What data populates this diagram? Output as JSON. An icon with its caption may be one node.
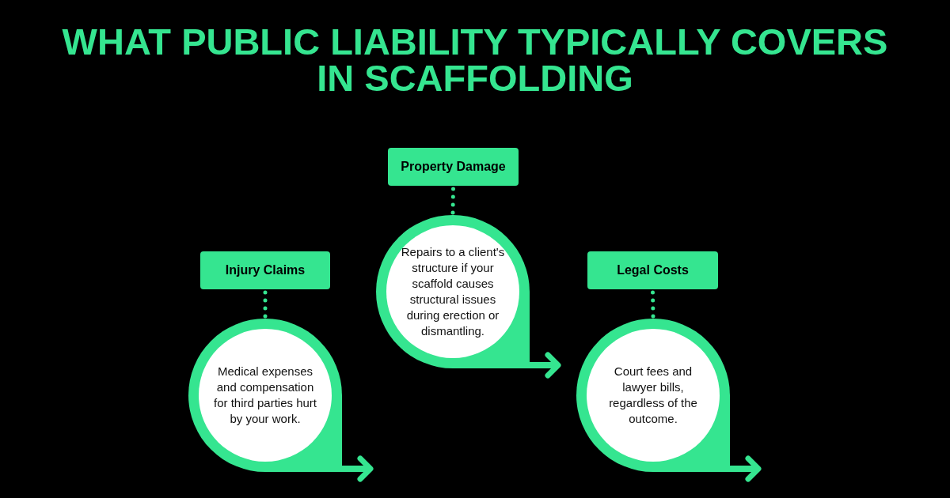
{
  "diagram": {
    "title": "WHAT PUBLIC LIABILITY TYPICALLY COVERS IN SCAFFOLDING",
    "nodes": [
      {
        "text": [
          "Injury Claims"
        ]
      },
      {
        "text": [
          "Medical expenses and compensation for third parties hurt by your work."
        ]
      },
      {
        "text": [
          "Property Damage"
        ]
      },
      {
        "text": [
          "Repairs to a client's structure if your scaffold causes structural issues during erection or dismantling."
        ]
      },
      {
        "text": [
          "Legal Costs"
        ]
      },
      {
        "text": [
          "Court fees and lawyer bills, regardless of the outcome."
        ]
      }
    ],
    "edges": [
      {
        "from": 0,
        "to": 1,
        "arrow": "none",
        "style": "dashed"
      },
      {
        "from": 2,
        "to": 3,
        "arrow": "none",
        "style": "dashed"
      },
      {
        "from": 4,
        "to": 5,
        "arrow": "none",
        "style": "dashed"
      }
    ]
  }
}
